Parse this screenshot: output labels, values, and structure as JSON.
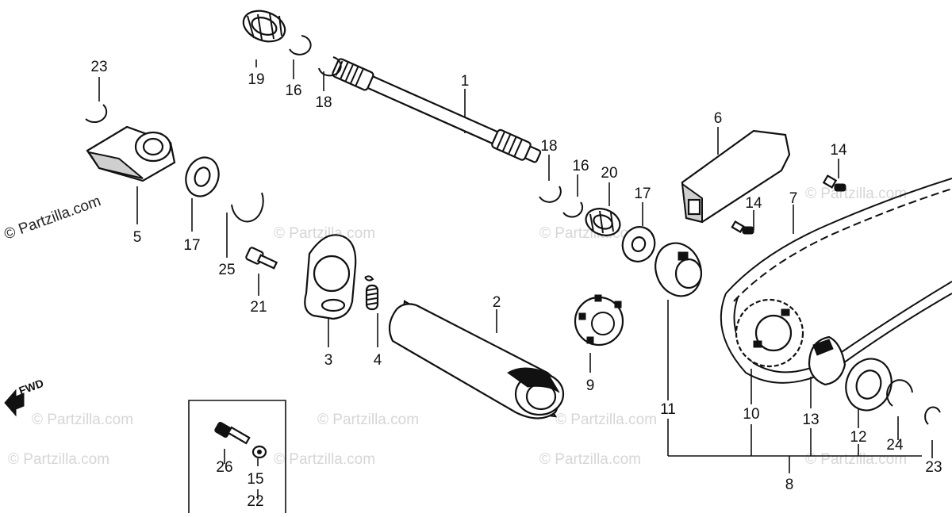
{
  "diagram": {
    "watermark_text": "© Partzilla.com",
    "fwd_label": "FWD",
    "callouts": {
      "c1": "1",
      "c2": "2",
      "c3": "3",
      "c4": "4",
      "c5": "5",
      "c6": "6",
      "c7": "7",
      "c8": "8",
      "c9": "9",
      "c10": "10",
      "c11": "11",
      "c12": "12",
      "c13": "13",
      "c14a": "14",
      "c14b": "14",
      "c15": "15",
      "c16a": "16",
      "c16b": "16",
      "c17a": "17",
      "c17b": "17",
      "c18a": "18",
      "c18b": "18",
      "c19": "19",
      "c20": "20",
      "c21": "21",
      "c22": "22",
      "c23a": "23",
      "c23b": "23",
      "c24": "24",
      "c25": "25",
      "c26": "26"
    }
  }
}
